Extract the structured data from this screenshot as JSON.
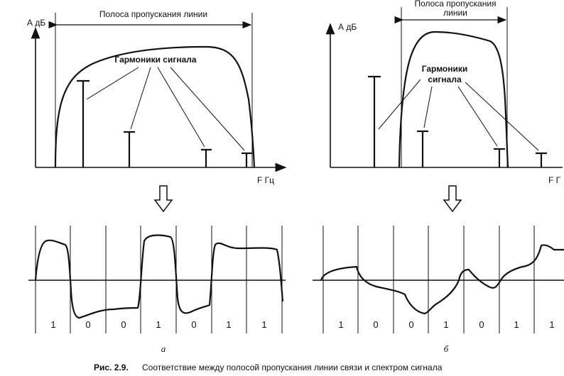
{
  "left_panel": {
    "band_label": "Полоса пропускания линии",
    "y_axis_label": "А дБ",
    "x_axis_label": "F Гц",
    "harmonics_label": "Гармоники сигнала",
    "arrow_down_icon": "hollow-down-arrow-icon",
    "bits": [
      "1",
      "0",
      "0",
      "1",
      "0",
      "1",
      "1"
    ],
    "sub_label": "а"
  },
  "right_panel": {
    "band_label_line1": "Полоса пропускания",
    "band_label_line2": "линии",
    "y_axis_label": "А дБ",
    "x_axis_label": "F Г",
    "harmonics_label_line1": "Гармоники",
    "harmonics_label_line2": "сигнала",
    "arrow_down_icon": "hollow-down-arrow-icon",
    "bits": [
      "1",
      "0",
      "0",
      "1",
      "0",
      "1",
      "1"
    ],
    "sub_label": "б"
  },
  "caption": {
    "figure_no": "Рис. 2.9.",
    "text": "Соответствие между полосой пропускания линии связи и спектром сигнала"
  }
}
